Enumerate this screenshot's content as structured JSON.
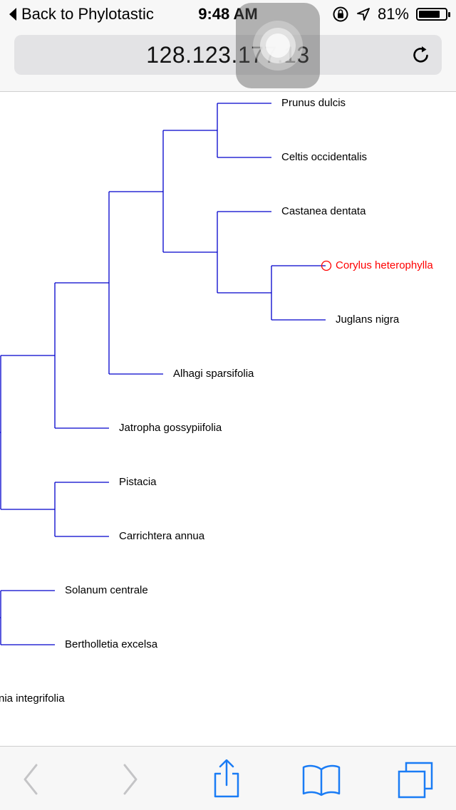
{
  "status_bar": {
    "back_label": "Back to Phylotastic",
    "time": "9:48 AM",
    "battery": "81%",
    "battery_level": 0.81,
    "icons": [
      "back-arrow-icon",
      "orientation-lock-icon",
      "location-arrow-icon",
      "battery-icon"
    ]
  },
  "url_bar": {
    "url": "128.123.177.13",
    "icons": [
      "reload-icon"
    ]
  },
  "tree": {
    "line_color": "#0000cc",
    "highlight_color": "#ff0000",
    "taxa": [
      {
        "name": "Prunus dulcis",
        "highlighted": false
      },
      {
        "name": "Celtis occidentalis",
        "highlighted": false
      },
      {
        "name": "Castanea dentata",
        "highlighted": false
      },
      {
        "name": "Corylus heterophylla",
        "highlighted": true
      },
      {
        "name": "Juglans nigra",
        "highlighted": false
      },
      {
        "name": "Alhagi sparsifolia",
        "highlighted": false
      },
      {
        "name": "Jatropha gossypiifolia",
        "highlighted": false
      },
      {
        "name": "Pistacia",
        "highlighted": false
      },
      {
        "name": "Carrichtera annua",
        "highlighted": false
      },
      {
        "name": "Solanum centrale",
        "highlighted": false
      },
      {
        "name": "Bertholletia excelsa",
        "highlighted": false
      },
      {
        "name": "nia integrifolia",
        "highlighted": false
      }
    ]
  },
  "toolbar": {
    "accent": "#1a7cf5",
    "disabled": "#c4c4c6",
    "buttons": [
      "back-icon",
      "forward-icon",
      "share-icon",
      "bookmarks-icon",
      "tabs-icon"
    ]
  }
}
